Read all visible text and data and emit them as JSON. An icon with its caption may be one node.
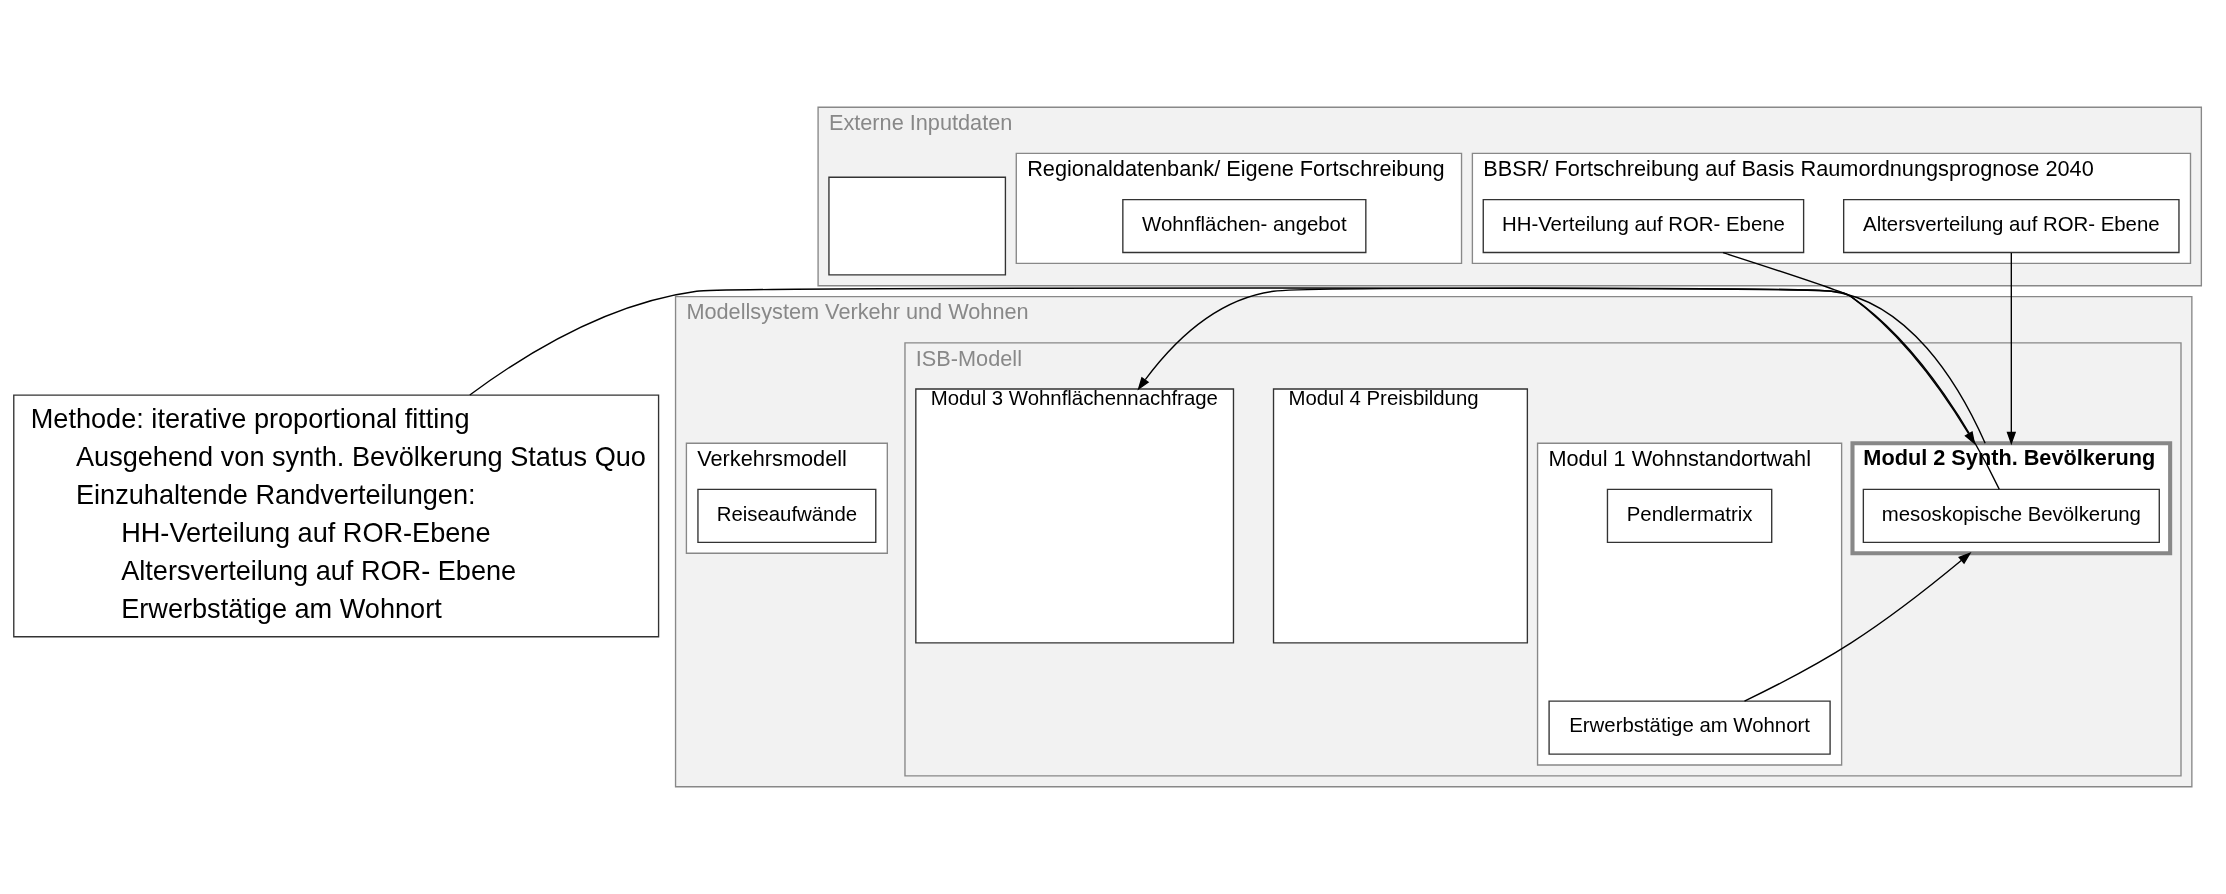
{
  "diagram": {
    "nodes": [
      {
        "text": [
          "Externe Inputdaten"
        ]
      },
      {
        "text": [
          "Regionaldatenbank/ Eigene Fortschreibung"
        ],
        "in": 0
      },
      {
        "text": [
          "Wohnflächen- angebot"
        ],
        "in": 1
      },
      {
        "text": [
          "BBSR/ Fortschreibung auf Basis Raumordnungsprognose 2040"
        ],
        "in": 0
      },
      {
        "text": [
          "HH-Verteilung auf ROR- Ebene"
        ],
        "in": 3
      },
      {
        "text": [
          "Altersverteilung auf ROR- Ebene"
        ],
        "in": 3
      },
      {
        "text": [],
        "shape": "box",
        "in": 0
      },
      {
        "text": [
          "Modellsystem Verkehr und Wohnen"
        ]
      },
      {
        "text": [
          "Verkehrsmodell"
        ],
        "in": 7
      },
      {
        "text": [
          "Reiseaufwände"
        ],
        "in": 8
      },
      {
        "text": [
          "ISB-Modell"
        ],
        "in": 7
      },
      {
        "text": [
          "Modul 1 Wohnstandortwahl"
        ],
        "in": 10
      },
      {
        "text": [
          "Pendlermatrix"
        ],
        "in": 11
      },
      {
        "text": [
          "Erwerbstätige am Wohnort"
        ],
        "in": 11
      },
      {
        "text": [
          "Modul 2 Synth. Bevölkerung"
        ],
        "in": 10
      },
      {
        "text": [
          "mesoskopische Bevölkerung"
        ],
        "in": 14
      },
      {
        "text": [
          "Modul 3 Wohnflächennachfrage"
        ],
        "in": 10
      },
      {
        "text": [
          "Modul 4 Preisbildung"
        ],
        "in": 10
      },
      {
        "text": [
          "Methode: iterative proportional fitting",
          "Ausgehend von synth. Bevölkerung Status Quo",
          "Einzuhaltende Randverteilungen:",
          "HH-Verteilung auf ROR-Ebene",
          "Altersverteilung auf ROR- Ebene",
          "Erwerbstätige am Wohnort"
        ]
      }
    ],
    "edges": [
      {
        "from": 4,
        "to": 14,
        "arrow": "to"
      },
      {
        "from": 5,
        "to": 14,
        "arrow": "to"
      },
      {
        "from": 13,
        "to": 14,
        "arrow": "to"
      },
      {
        "from": 15,
        "to": 16,
        "arrow": "to"
      },
      {
        "from": 18,
        "to": 14,
        "arrow": "none"
      }
    ]
  }
}
